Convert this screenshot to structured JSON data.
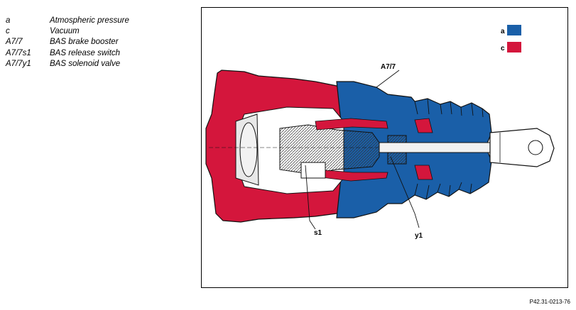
{
  "legend": [
    {
      "code": "a",
      "text": "Atmospheric pressure"
    },
    {
      "code": "c",
      "text": "Vacuum"
    },
    {
      "code": "A7/7",
      "text": "BAS brake booster"
    },
    {
      "code": "A7/7s1",
      "text": "BAS release switch"
    },
    {
      "code": "A7/7y1",
      "text": "BAS solenoid valve"
    }
  ],
  "diagram": {
    "key": [
      {
        "label": "a",
        "color": "#1a5fa8"
      },
      {
        "label": "c",
        "color": "#d4163c"
      }
    ],
    "callouts": {
      "booster": "A7/7",
      "switch": "s1",
      "valve": "y1"
    }
  },
  "reference": "P42.31-0213-76"
}
